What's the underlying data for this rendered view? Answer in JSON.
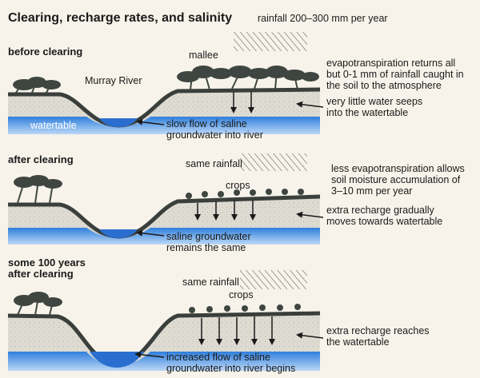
{
  "title": "Clearing, recharge rates, and salinity",
  "rainfall_range": "rainfall 200–300 mm per year",
  "panels": [
    {
      "heading": "before clearing",
      "vegetation_label": "mallee",
      "river_label": "Murray River",
      "watertable_label": "watertable",
      "groundwater_note": "slow flow of saline\ngroundwater into river",
      "evapotranspiration_note": "evapotranspiration returns all\nbut 0-1 mm of rainfall caught in\nthe soil to the atmosphere",
      "seepage_note": "very little water seeps\ninto the watertable"
    },
    {
      "heading": "after clearing",
      "rainfall_label": "same rainfall",
      "crops_label": "crops",
      "evapotranspiration_note": "less evapotranspiration allows\nsoil moisture accumulation of\n3–10 mm per year",
      "recharge_note": "extra recharge gradually\nmoves towards watertable",
      "groundwater_note": "saline groundwater\nremains the same"
    },
    {
      "heading": "some 100 years\nafter clearing",
      "rainfall_label": "same rainfall",
      "crops_label": "crops",
      "recharge_note": "extra recharge reaches\nthe watertable",
      "groundwater_note": "increased flow of saline\ngroundwater into river begins"
    }
  ],
  "colors": {
    "background": "#f7f3ea",
    "soil": "#dedbd3",
    "ground_surface": "#3a3f3c",
    "groundwater": "#2f7fdc",
    "groundwater_light": "#bcd8f6",
    "river": "#2a6fd0",
    "vegetation": "#3f4641",
    "ink": "#1a1a1a"
  }
}
